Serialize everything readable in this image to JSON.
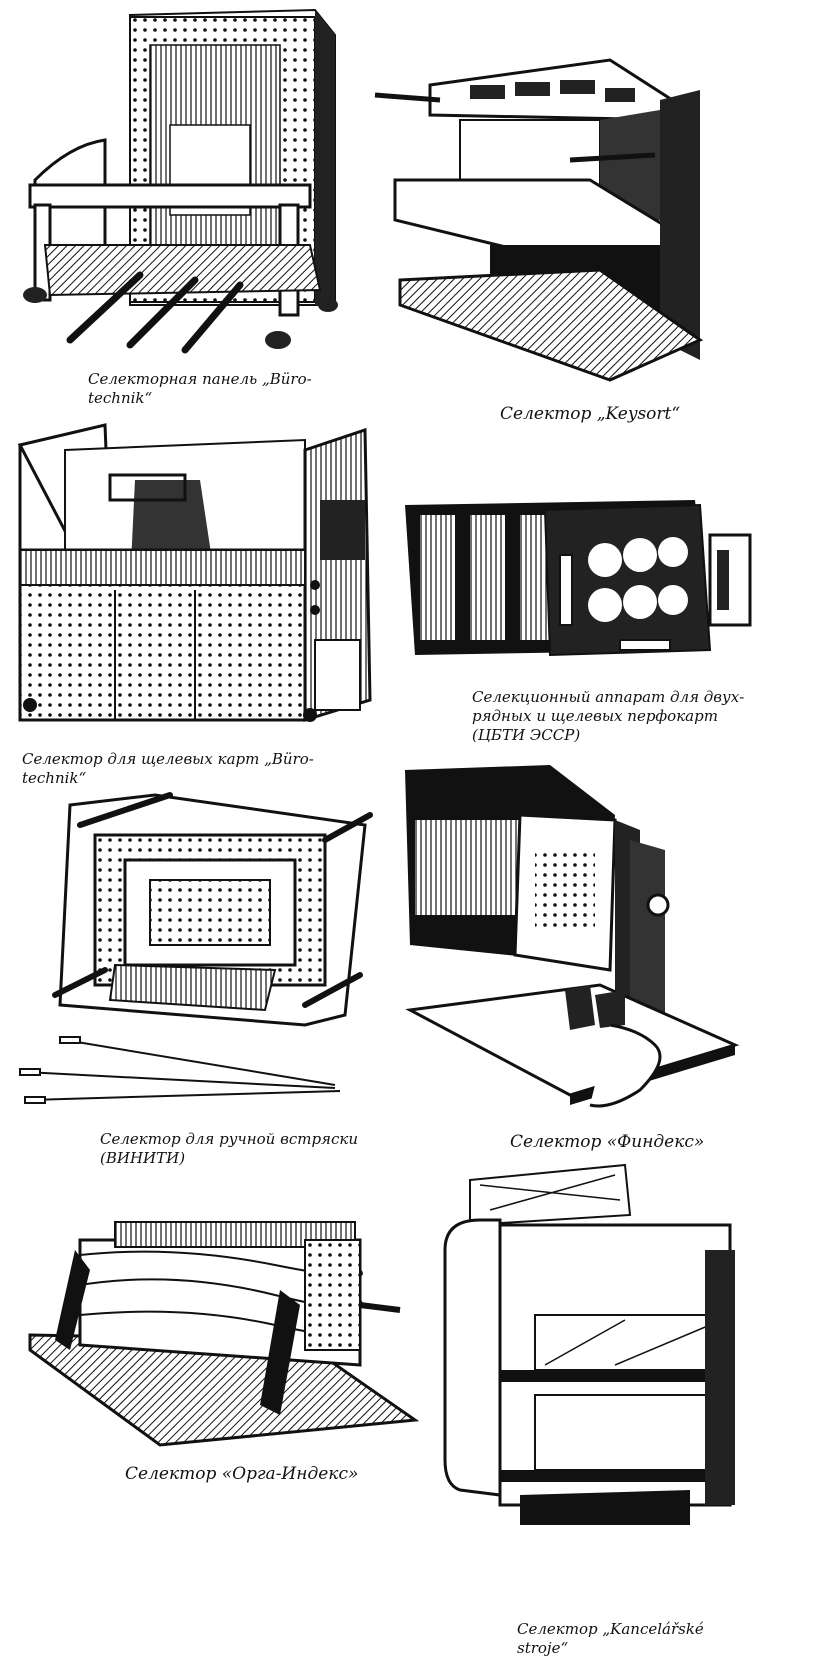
{
  "figures": [
    {
      "id": "buerotechnik-panel",
      "caption": "Селекторная панель „Büro-\ntechnik“"
    },
    {
      "id": "keysort",
      "caption": "Селектор „Keysort“"
    },
    {
      "id": "buerotechnik-slot",
      "caption": "Селектор для щелевых карт „Büro-\ntechnik“"
    },
    {
      "id": "cbti-essr",
      "caption": "Селекционный аппарат для двух-\nрядных и щелевых перфокарт\n(ЦБТИ ЭССР)"
    },
    {
      "id": "viniti",
      "caption": "Селектор для ручной встряски\n(ВИНИТИ)"
    },
    {
      "id": "findeks",
      "caption": "Селектор «Финдекс»"
    },
    {
      "id": "orga-indeks",
      "caption": "Селектор «Орга-Индекс»"
    },
    {
      "id": "kancelarske",
      "caption": "Селектор „Kancelářské\nstroje“"
    }
  ]
}
